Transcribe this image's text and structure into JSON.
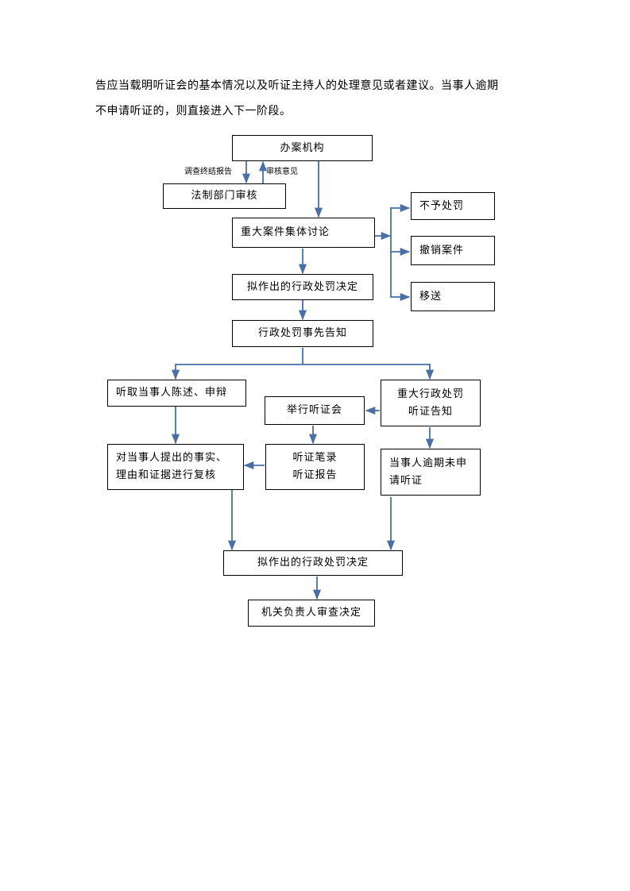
{
  "paragraph": {
    "line1": "告应当载明听证会的基本情况以及听证主持人的处理意见或者建议。当事人逾期",
    "line2": "不申请听证的，则直接进入下一阶段。"
  },
  "flowchart": {
    "line_color": "#4a6fa5",
    "nodes": {
      "case_agency": "办案机构",
      "legal_review": "法制部门审核",
      "major_discussion": "重大案件集体讨论",
      "no_penalty": "不予处罚",
      "revoke_case": "撤销案件",
      "transfer": "移送",
      "draft_decision_1": "拟作出的行政处罚决定",
      "prior_notice": "行政处罚事先告知",
      "hear_statement": "听取当事人陈述、申辩",
      "hold_hearing": "举行听证会",
      "major_hearing_notice": [
        "重大行政处罚",
        "听证告知"
      ],
      "review_facts": [
        "对当事人提出的事实、",
        "理由和证据进行复核"
      ],
      "hearing_records": [
        "听证笔录",
        "听证报告"
      ],
      "overdue_no_hearing": [
        "当事人逾期未申",
        "请听证"
      ],
      "draft_decision_2": "拟作出的行政处罚决定",
      "head_review": "机关负责人审查决定"
    },
    "edge_labels": {
      "investigation_report": "调查终结报告",
      "review_opinion": "审核意见"
    }
  }
}
